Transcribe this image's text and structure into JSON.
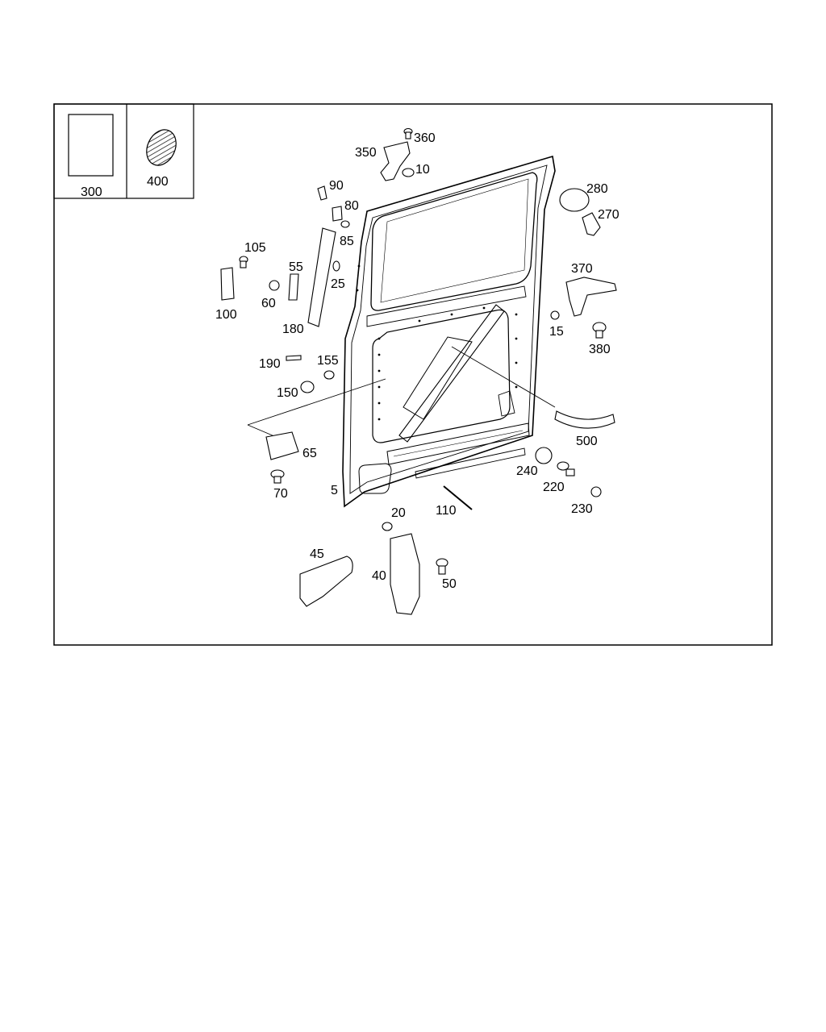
{
  "legend": {
    "items": [
      {
        "key": "p300",
        "label": "300"
      },
      {
        "key": "p400",
        "label": "400"
      }
    ]
  },
  "callouts": {
    "c360": "360",
    "c350": "350",
    "c10": "10",
    "c90": "90",
    "c80": "80",
    "c85": "85",
    "c25": "25",
    "c280": "280",
    "c270": "270",
    "c105": "105",
    "c55": "55",
    "c100": "100",
    "c60": "60",
    "c370": "370",
    "c15": "15",
    "c380": "380",
    "c180": "180",
    "c190": "190",
    "c155": "155",
    "c150": "150",
    "c500": "500",
    "c65": "65",
    "c70": "70",
    "c5": "5",
    "c240": "240",
    "c220": "220",
    "c230": "230",
    "c110": "110",
    "c20": "20",
    "c45": "45",
    "c40": "40",
    "c50": "50"
  }
}
